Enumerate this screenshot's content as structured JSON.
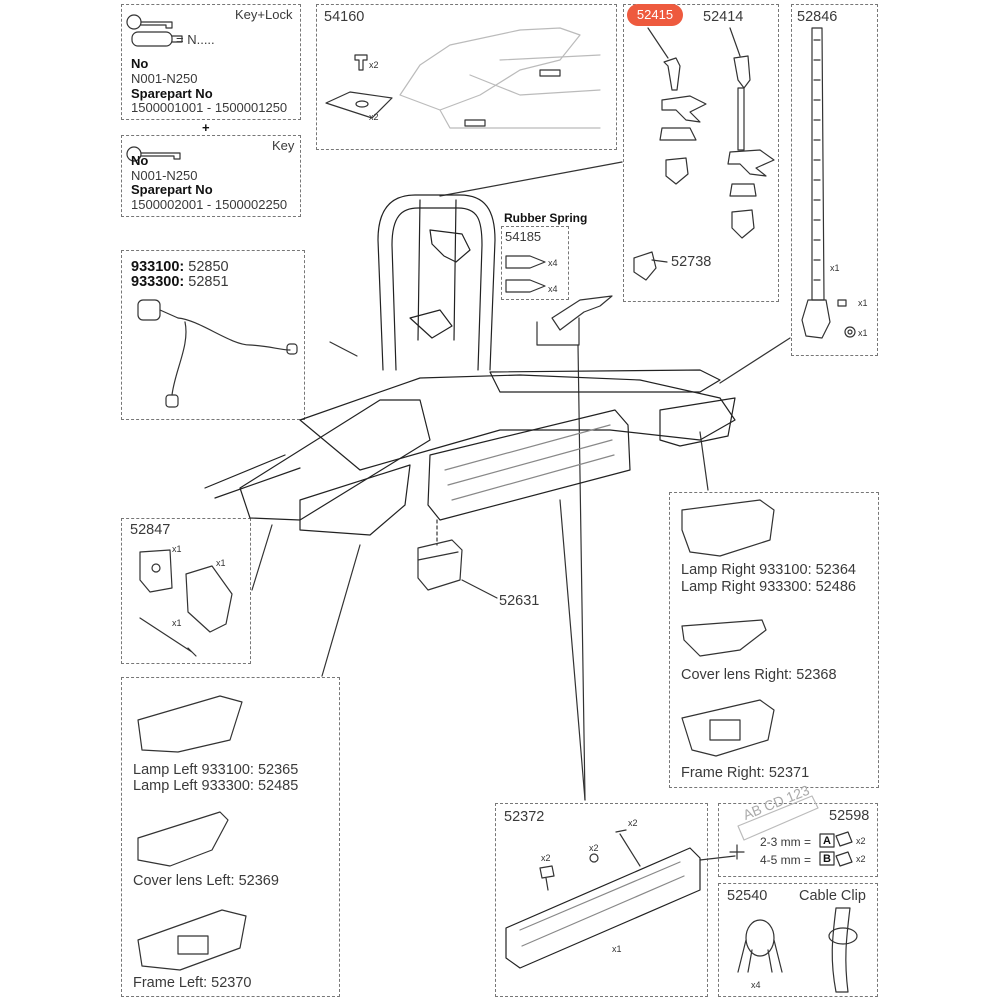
{
  "key_lock": {
    "title": "Key+Lock",
    "key_text": "= N.....",
    "no_label": "No",
    "no_range": "N001-N250",
    "spare_label": "Sparepart No",
    "spare_range": "1500001001 - 1500001250"
  },
  "plus": "+",
  "key": {
    "title": "Key",
    "no_label": "No",
    "no_range": "N001-N250",
    "spare_label": "Sparepart No",
    "spare_range": "1500002001 - 1500002250"
  },
  "cable": {
    "line1_bold": "933100:",
    "line1": "52850",
    "line2_bold": "933300:",
    "line2": "52851"
  },
  "p54160": {
    "number": "54160",
    "qty1": "x2",
    "qty2": "x2"
  },
  "p52415": {
    "number": "52415"
  },
  "p52414": {
    "number": "52414"
  },
  "p52738": {
    "number": "52738"
  },
  "p52846": {
    "number": "52846",
    "qty1": "x1",
    "qty2": "x1",
    "qty3": "x1"
  },
  "rubber": {
    "title": "Rubber Spring",
    "number": "54185",
    "qty1": "x4",
    "qty2": "x4"
  },
  "p52847": {
    "number": "52847",
    "qty1": "x1",
    "qty2": "x1",
    "qty3": "x1"
  },
  "p52631": {
    "number": "52631"
  },
  "right": {
    "lamp1": "Lamp Right 933100: 52364",
    "lamp2": "Lamp Right 933300: 52486",
    "cover": "Cover lens Right: 52368",
    "frame": "Frame Right: 52371"
  },
  "left": {
    "lamp1": "Lamp Left 933100: 52365",
    "lamp2": "Lamp Left 933300: 52485",
    "cover": "Cover lens Left: 52369",
    "frame": "Frame Left: 52370"
  },
  "p52372": {
    "number": "52372",
    "qty1": "x2",
    "qty2": "x2",
    "qty3": "x2",
    "qty4": "x1"
  },
  "p52598": {
    "number": "52598",
    "plate": "AB CD 123",
    "row1": "2-3 mm =",
    "code1": "A",
    "qty1": "x2",
    "row2": "4-5 mm =",
    "code2": "B",
    "qty2": "x2"
  },
  "p52540": {
    "number": "52540",
    "qty": "x4"
  },
  "cable_clip": {
    "title": "Cable Clip"
  },
  "colors": {
    "highlight": "#ee5a3e",
    "line": "#333333",
    "border": "#777777"
  }
}
